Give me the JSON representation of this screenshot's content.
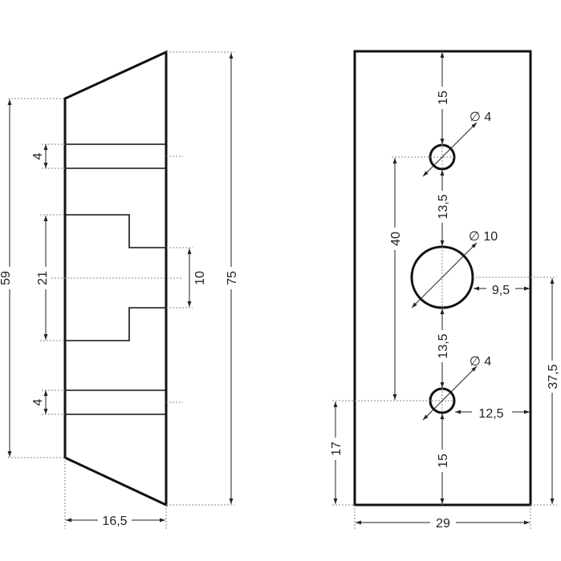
{
  "diagram": {
    "side_view": {
      "dims": {
        "height_inner": "59",
        "slot_top": "4",
        "pocket": "21",
        "pocket_inner": "10",
        "slot_bottom": "4",
        "height_total": "75",
        "depth": "16,5"
      }
    },
    "front_view": {
      "dims": {
        "top_hole_offset": "15",
        "top_hole_diameter": "4",
        "hole_spacing_total": "40",
        "spacing_upper": "13,5",
        "center_hole_diameter": "10",
        "center_hole_edge": "9,5",
        "spacing_lower": "13,5",
        "bottom_hole_diameter": "4",
        "center_from_bottom": "37,5",
        "bottom_hole_edge": "12,5",
        "bottom_hole_from_base": "17",
        "bottom_hole_offset": "15",
        "width": "29"
      },
      "diameter_symbol": "∅"
    }
  }
}
